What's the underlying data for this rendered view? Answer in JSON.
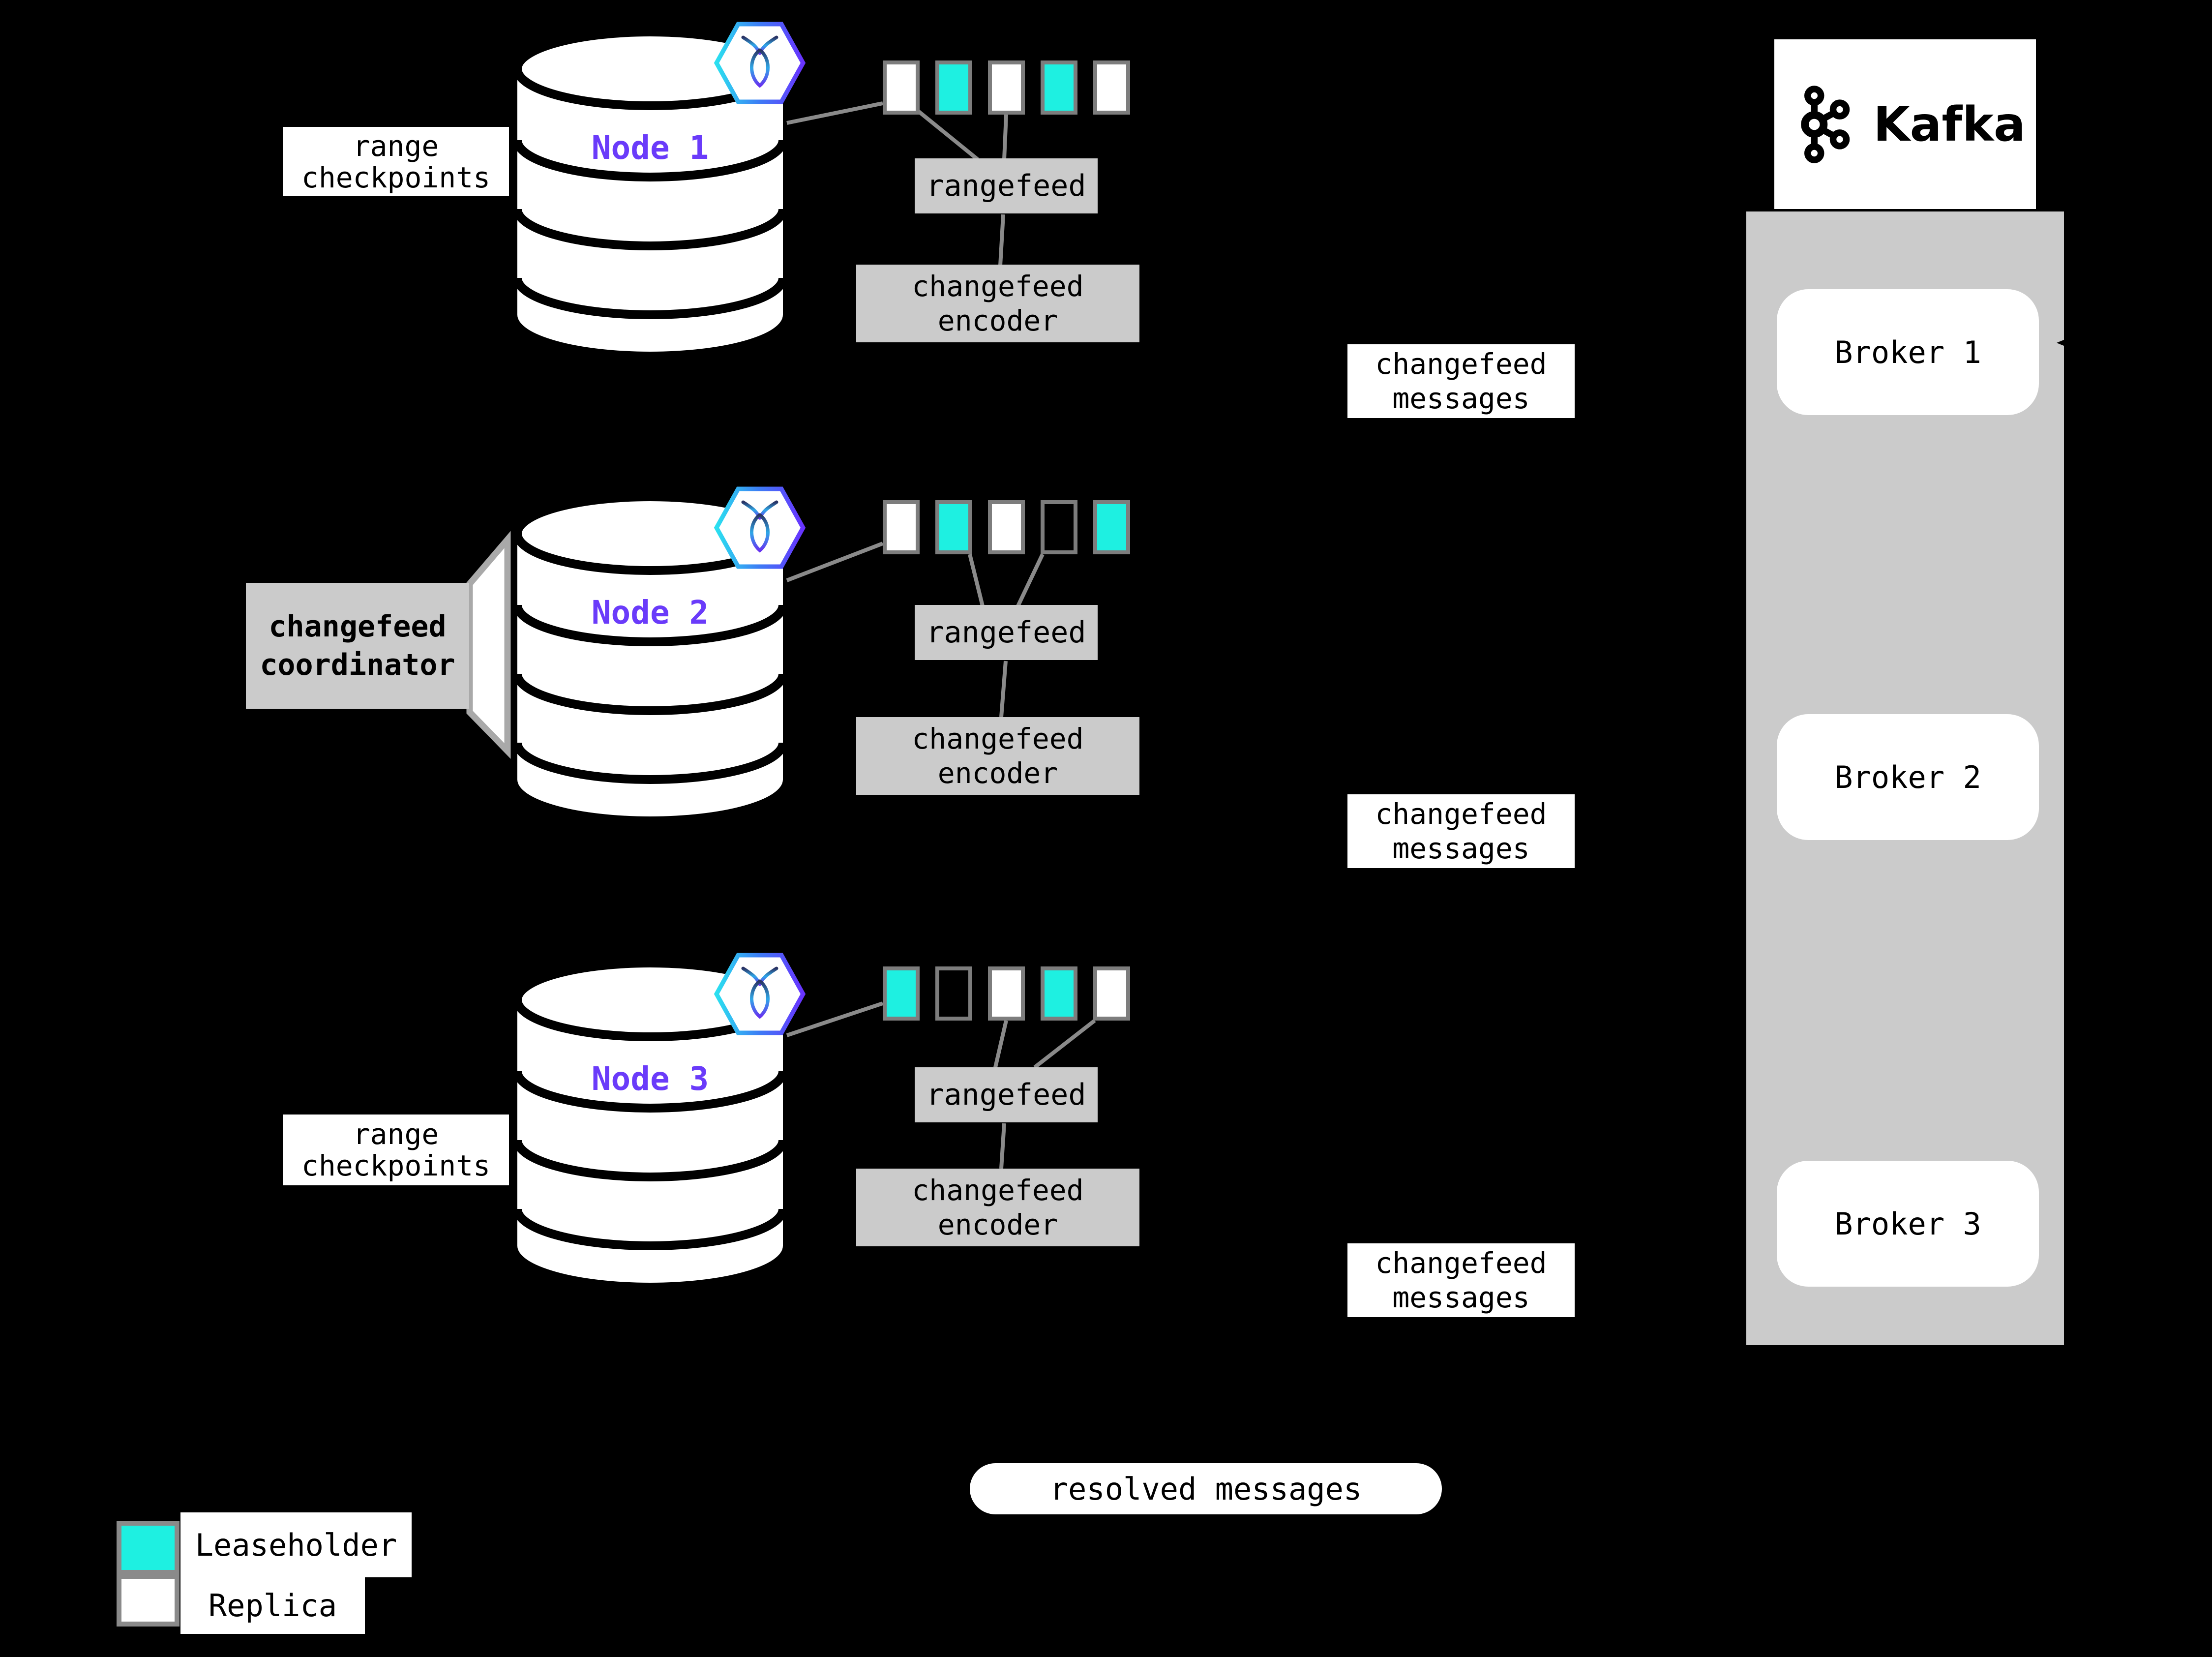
{
  "colors": {
    "leaseholder_teal": "#1EF0E1",
    "replica_white": "#FFFFFF",
    "node_label_purple": "#6A3BFA",
    "accent_cyan": "#2BC8F0",
    "accent_purple": "#6933FF",
    "box_gray": "#CBCBCB",
    "panel_gray": "#CBCBCB",
    "line_gray": "#8A8A8A"
  },
  "nodes": [
    {
      "label": "Node 1",
      "checkpoint_label": "range\ncheckpoints",
      "rangefeed_label": "rangefeed",
      "encoder_label": "changefeed\nencoder",
      "messages_label": "changefeed\nmessages",
      "ranges": [
        "replica",
        "leaseholder",
        "replica",
        "leaseholder",
        "replica"
      ]
    },
    {
      "label": "Node 2",
      "coordinator_label": "changefeed\ncoordinator",
      "rangefeed_label": "rangefeed",
      "encoder_label": "changefeed\nencoder",
      "messages_label": "changefeed\nmessages",
      "ranges": [
        "replica",
        "leaseholder",
        "replica",
        "empty",
        "leaseholder"
      ]
    },
    {
      "label": "Node 3",
      "checkpoint_label": "range\ncheckpoints",
      "rangefeed_label": "rangefeed",
      "encoder_label": "changefeed\nencoder",
      "messages_label": "changefeed\nmessages",
      "ranges": [
        "leaseholder",
        "empty",
        "replica",
        "leaseholder",
        "replica"
      ]
    }
  ],
  "kafka": {
    "label": "Kafka"
  },
  "brokers": [
    {
      "label": "Broker 1"
    },
    {
      "label": "Broker 2"
    },
    {
      "label": "Broker 3"
    }
  ],
  "resolved_pill_label": "resolved messages",
  "legend": {
    "items": [
      {
        "swatch": "leaseholder",
        "label": "Leaseholder"
      },
      {
        "swatch": "replica",
        "label": "Replica"
      }
    ]
  }
}
